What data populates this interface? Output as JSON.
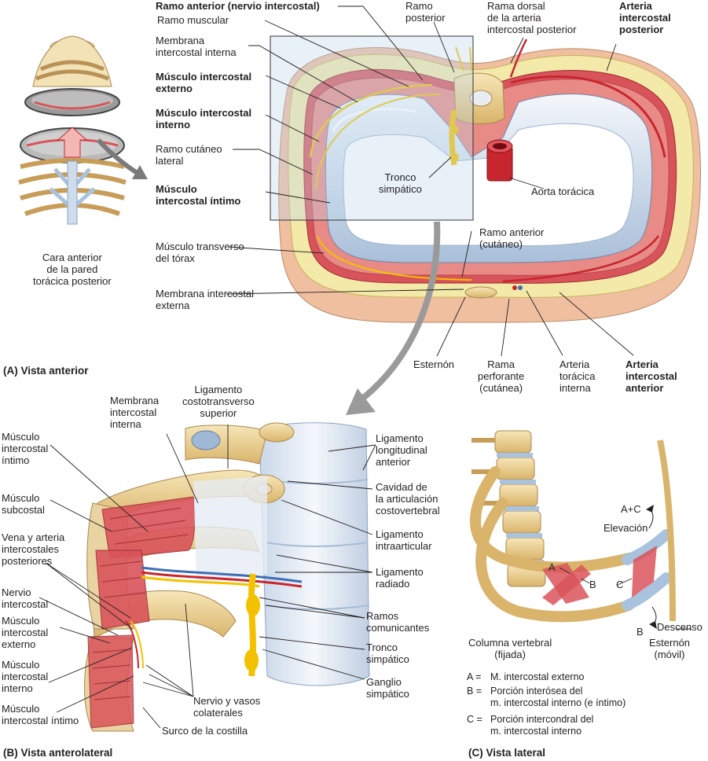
{
  "panel_a": {
    "title": "(A) Vista anterior",
    "caption_anterior_face": "Cara anterior\nde la pared\ntorácica posterior",
    "labels": {
      "ramo_anterior": "Ramo anterior (nervio intercostal)",
      "ramo_muscular": "Ramo muscular",
      "membrana_interna": "Membrana\nintercostal interna",
      "musculo_externo": "Músculo intercostal\nexterno",
      "musculo_interno": "Músculo intercostal\ninterno",
      "ramo_cutaneo_lateral": "Ramo cutáneo\nlateral",
      "musculo_intimo": "Músculo\nintercostal íntimo",
      "transverso_torax": "Músculo transverso\ndel tórax",
      "membrana_externa": "Membrana intercostal\nexterna",
      "ramo_posterior": "Ramo\nposterior",
      "rama_dorsal": "Rama dorsal\nde la arteria\nintercostal posterior",
      "arteria_posterior": "Arteria\nintercostal\nposterior",
      "tronco_simpatico": "Tronco\nsimpático",
      "aorta": "Aorta torácica",
      "ramo_anterior_cutaneo": "Ramo anterior\n(cutáneo)",
      "esternon": "Esternón",
      "rama_perforante": "Rama\nperforante\n(cutánea)",
      "arteria_toracica_interna": "Arteria\ntorácica\ninterna",
      "arteria_anterior": "Arteria\nintercostal\nanterior"
    }
  },
  "panel_b": {
    "title": "(B) Vista anterolateral",
    "labels": {
      "membrana_interna": "Membrana\nintercostal\ninterna",
      "lig_costotransverso": "Ligamento\ncostotransverso\nsuperior",
      "lig_longitudinal": "Ligamento\nlongitudinal\nanterior",
      "cavidad": "Cavidad de\nla articulación\ncostovertebral",
      "lig_intraarticular": "Ligamento\nintraarticular",
      "lig_radiado": "Ligamento\nradiado",
      "ramos_comunicantes": "Ramos\ncomunicantes",
      "tronco_simpatico": "Tronco\nsimpático",
      "ganglio": "Ganglio\nsimpático",
      "nervio_vasos": "Nervio y vasos\ncolaterales",
      "surco": "Surco de la costilla",
      "m_intimo": "Músculo\nintercostal\níntimo",
      "m_subcostal": "Músculo\nsubcostal",
      "vena_arteria": "Vena y arteria\nintercostales\nposteriores",
      "nervio": "Nervio\nintercostal",
      "m_externo": "Músculo\nintercostal\nexterno",
      "m_interno": "Músculo\nintercostal\ninterno",
      "m_intimo2": "Músculo\nintercostal íntimo"
    }
  },
  "panel_c": {
    "title": "(C) Vista lateral",
    "labels": {
      "ac": "A+C",
      "elevacion": "Elevación",
      "a": "A",
      "b": "B",
      "c": "C",
      "b2": "B",
      "descenso": "Descenso",
      "esternon": "Esternón\n(móvil)",
      "columna": "Columna vertebral\n(fijada)"
    },
    "key": [
      {
        "letter": "A =",
        "text": "M. intercostal externo"
      },
      {
        "letter": "B =",
        "text": "Porción interósea del\nm. intercostal interno (e íntimo)"
      },
      {
        "letter": "C =",
        "text": "Porción intercondral del\nm. intercostal interno"
      }
    ]
  },
  "colors": {
    "muscle": "#d9545a",
    "bone": "#f1d79a",
    "fat": "#f3e9a9",
    "skin": "#f0bfa0",
    "pleura": "#cfdcec",
    "nerve": "#f2c200",
    "artery": "#c8262f",
    "vein": "#3e6fb5",
    "cartilage": "#bcd3ea"
  }
}
